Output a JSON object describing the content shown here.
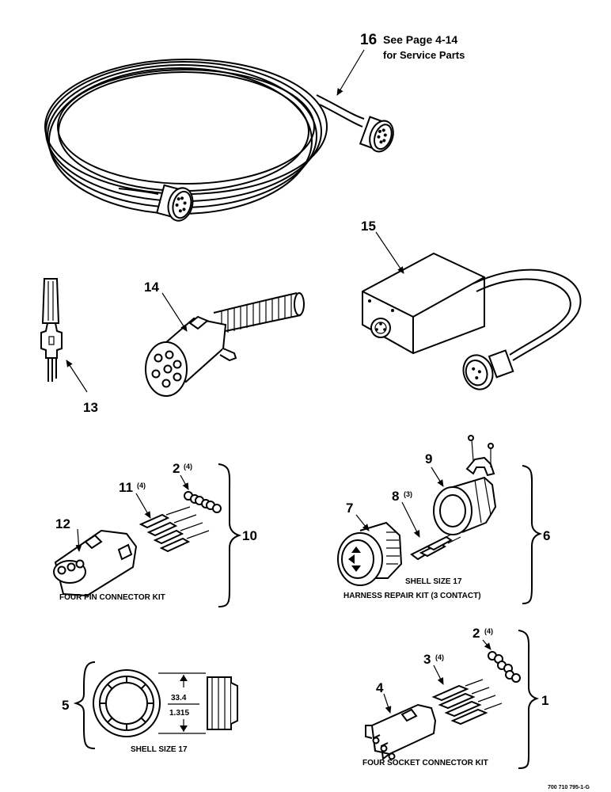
{
  "callouts": {
    "p16": "16",
    "p16_note_line1": "See Page 4-14",
    "p16_note_line2": "for Service Parts",
    "p15": "15",
    "p14": "14",
    "p13": "13",
    "p12": "12",
    "p11": "11",
    "p11_qty": "(4)",
    "p10": "10",
    "p9": "9",
    "p8": "8",
    "p8_qty": "(3)",
    "p7": "7",
    "p6": "6",
    "p5": "5",
    "p4": "4",
    "p3": "3",
    "p3_qty": "(4)",
    "p2a": "2",
    "p2a_qty": "(4)",
    "p2b": "2",
    "p2b_qty": "(4)",
    "p1": "1"
  },
  "captions": {
    "four_pin_kit": "FOUR PIN CONNECTOR KIT",
    "harness_shell_size": "SHELL SIZE 17",
    "harness_repair_kit": "HARNESS REPAIR KIT (3 CONTACT)",
    "shell_size": "SHELL SIZE 17",
    "four_socket_kit": "FOUR SOCKET CONNECTOR KIT"
  },
  "dimension": {
    "mm": "33.4",
    "inch": "1.315"
  },
  "drawing_number": "700 710 795-1-G"
}
